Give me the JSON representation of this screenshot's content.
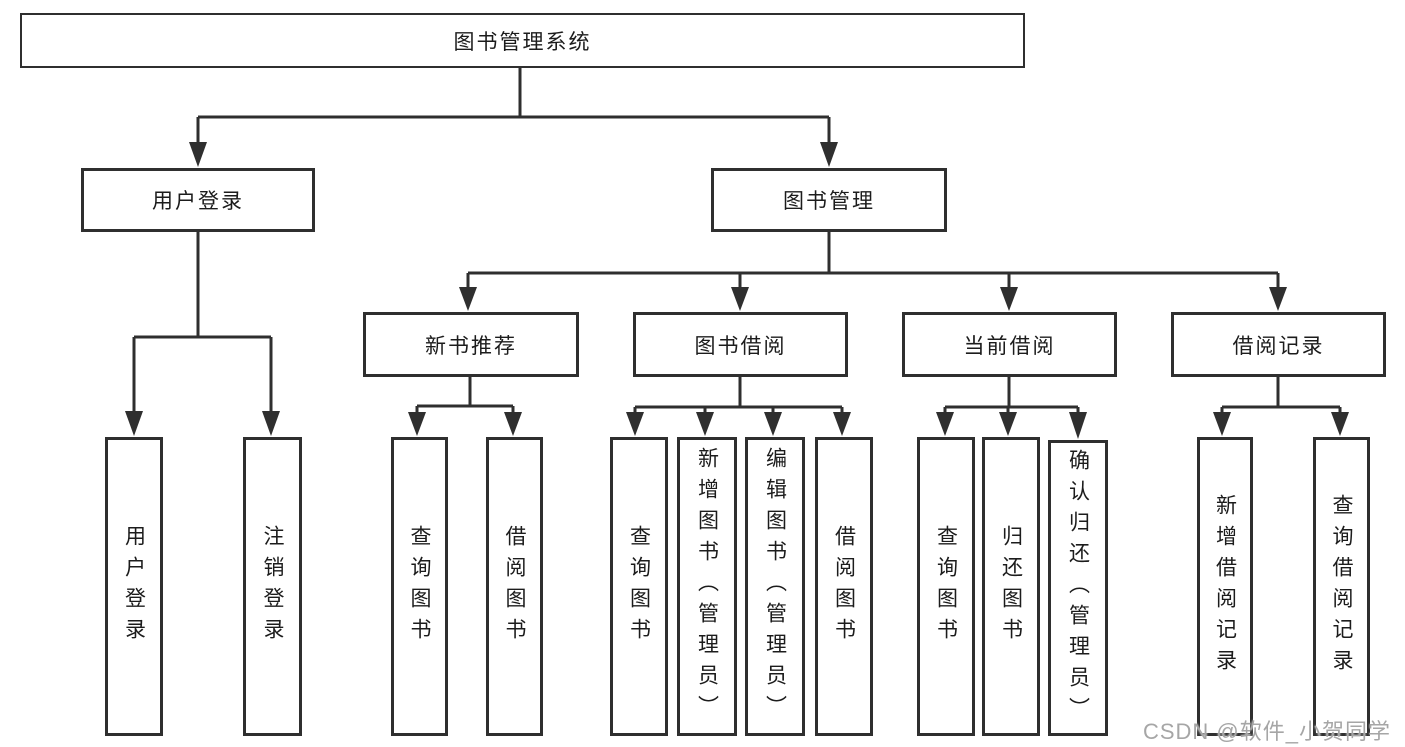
{
  "diagram": {
    "root": {
      "label": "图书管理系统"
    },
    "branches": [
      {
        "label": "用户登录",
        "children": [
          {
            "label": "用户登录"
          },
          {
            "label": "注销登录"
          }
        ]
      },
      {
        "label": "图书管理",
        "children": [
          {
            "label": "新书推荐",
            "children": [
              {
                "label": "查询图书"
              },
              {
                "label": "借阅图书"
              }
            ]
          },
          {
            "label": "图书借阅",
            "children": [
              {
                "label": "查询图书"
              },
              {
                "label": "新增图书（管理员）"
              },
              {
                "label": "编辑图书（管理员）"
              },
              {
                "label": "借阅图书"
              }
            ]
          },
          {
            "label": "当前借阅",
            "children": [
              {
                "label": "查询图书"
              },
              {
                "label": "归还图书"
              },
              {
                "label": "确认归还（管理员）"
              }
            ]
          },
          {
            "label": "借阅记录",
            "children": [
              {
                "label": "新增借阅记录"
              },
              {
                "label": "查询借阅记录"
              }
            ]
          }
        ]
      }
    ]
  },
  "watermark": {
    "text": "CSDN @软件_小贺同学"
  },
  "colors": {
    "line": "#2f2f2f",
    "box_border": "#2f2f2f",
    "box_bg": "#ffffff",
    "text": "#1c1c1c",
    "watermark": "#a6a6a6"
  }
}
